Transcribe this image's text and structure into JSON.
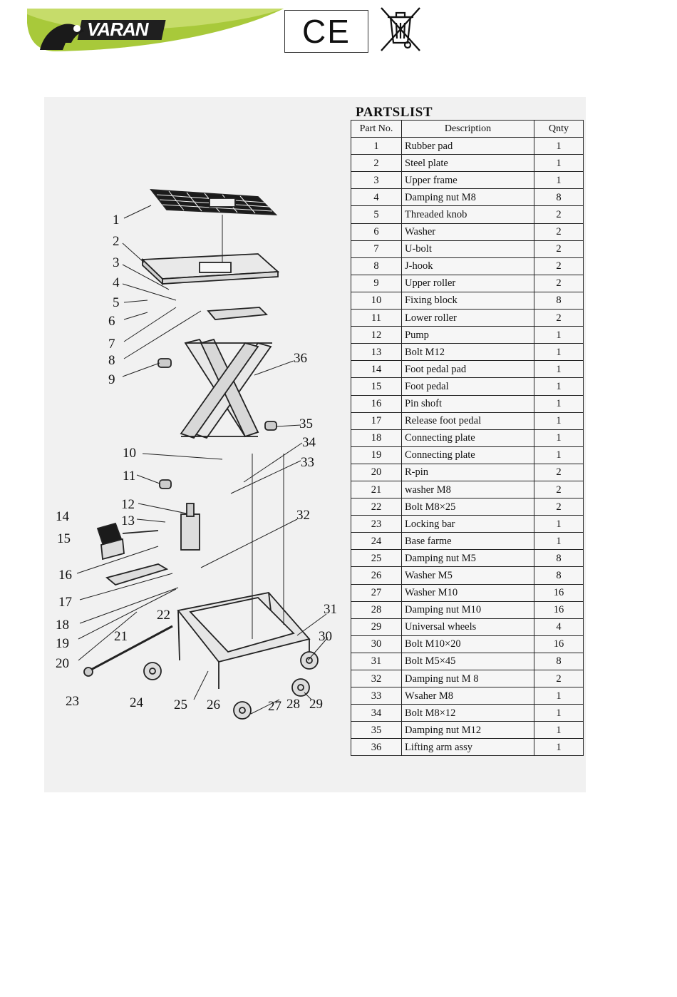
{
  "header": {
    "brand": "VARAN",
    "ce_mark": "CE"
  },
  "parts": {
    "title": "PARTSLIST",
    "columns": [
      "Part No.",
      "Description",
      "Qnty"
    ],
    "rows": [
      [
        "1",
        "Rubber pad",
        "1"
      ],
      [
        "2",
        "Steel plate",
        "1"
      ],
      [
        "3",
        "Upper frame",
        "1"
      ],
      [
        "4",
        "Damping nut M8",
        "8"
      ],
      [
        "5",
        "Threaded knob",
        "2"
      ],
      [
        "6",
        "Washer",
        "2"
      ],
      [
        "7",
        "U-bolt",
        "2"
      ],
      [
        "8",
        "J-hook",
        "2"
      ],
      [
        "9",
        "Upper roller",
        "2"
      ],
      [
        "10",
        "Fixing block",
        "8"
      ],
      [
        "11",
        "Lower roller",
        "2"
      ],
      [
        "12",
        "Pump",
        "1"
      ],
      [
        "13",
        "Bolt M12",
        "1"
      ],
      [
        "14",
        "Foot pedal pad",
        "1"
      ],
      [
        "15",
        "Foot pedal",
        "1"
      ],
      [
        "16",
        "Pin shoft",
        "1"
      ],
      [
        "17",
        "Release foot pedal",
        "1"
      ],
      [
        "18",
        "Connecting plate",
        "1"
      ],
      [
        "19",
        "Connecting plate",
        "1"
      ],
      [
        "20",
        "R-pin",
        "2"
      ],
      [
        "21",
        "washer M8",
        "2"
      ],
      [
        "22",
        "Bolt M8×25",
        "2"
      ],
      [
        "23",
        "Locking bar",
        "1"
      ],
      [
        "24",
        "Base farme",
        "1"
      ],
      [
        "25",
        "Damping nut M5",
        "8"
      ],
      [
        "26",
        "Washer M5",
        "8"
      ],
      [
        "27",
        "Washer M10",
        "16"
      ],
      [
        "28",
        "Damping nut M10",
        "16"
      ],
      [
        "29",
        "Universal wheels",
        "4"
      ],
      [
        "30",
        "Bolt M10×20",
        "16"
      ],
      [
        "31",
        "Bolt M5×45",
        "8"
      ],
      [
        "32",
        "Damping nut M 8",
        "2"
      ],
      [
        "33",
        "Wsaher M8",
        "1"
      ],
      [
        "34",
        "Bolt M8×12",
        "1"
      ],
      [
        "35",
        "Damping nut M12",
        "1"
      ],
      [
        "36",
        "Lifting arm assy",
        "1"
      ]
    ]
  },
  "diagram": {
    "callouts": [
      "1",
      "2",
      "3",
      "4",
      "5",
      "6",
      "7",
      "8",
      "9",
      "10",
      "11",
      "12",
      "13",
      "14",
      "15",
      "16",
      "17",
      "18",
      "19",
      "20",
      "21",
      "22",
      "23",
      "24",
      "25",
      "26",
      "27",
      "28",
      "29",
      "30",
      "31",
      "32",
      "33",
      "34",
      "35",
      "36"
    ]
  }
}
